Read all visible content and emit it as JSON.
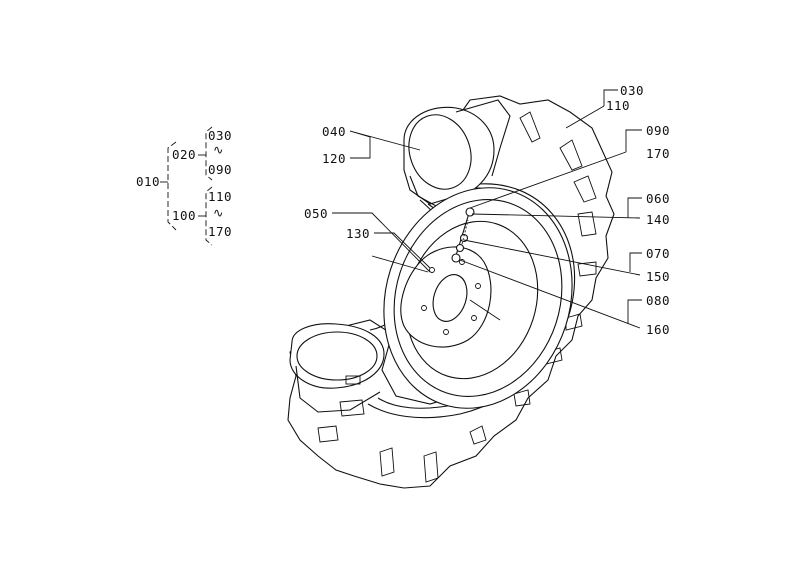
{
  "tree": {
    "root": "010",
    "group_a": "020",
    "group_a_from": "030",
    "group_a_to": "090",
    "group_b": "100",
    "group_b_from": "110",
    "group_b_to": "170",
    "range_mark": "∿"
  },
  "callouts": {
    "p030": "030",
    "p110": "110",
    "p040": "040",
    "p120": "120",
    "p090": "090",
    "p170": "170",
    "p050": "050",
    "p130": "130",
    "p060": "060",
    "p140": "140",
    "p070": "070",
    "p150": "150",
    "p080": "080",
    "p160": "160"
  }
}
